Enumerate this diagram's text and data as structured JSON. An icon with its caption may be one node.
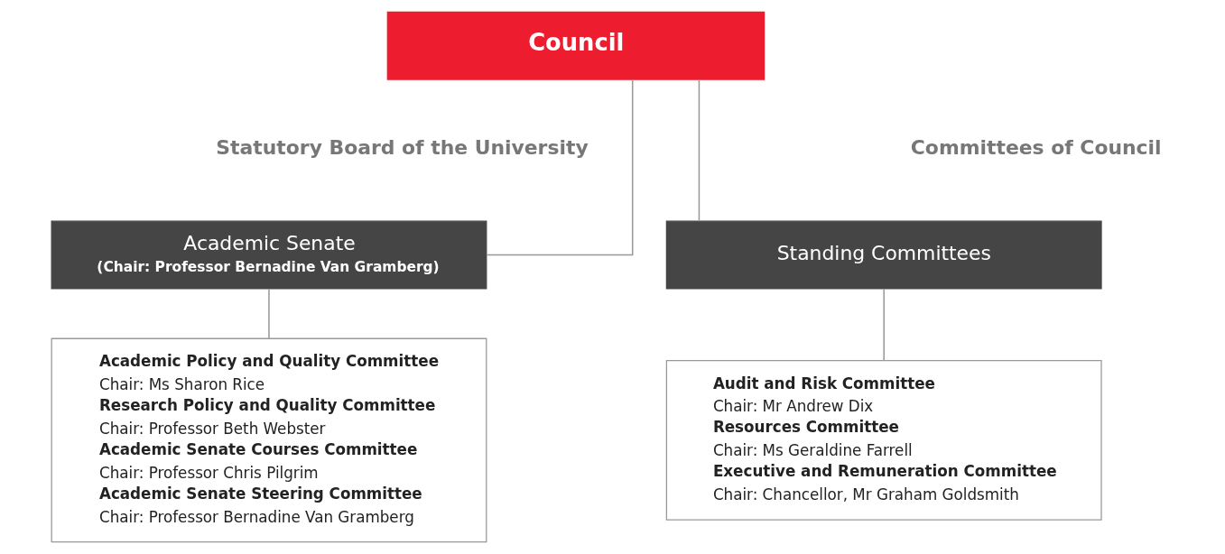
{
  "diagram": {
    "nodes": [
      {
        "text": [
          "Council"
        ]
      },
      {
        "text": [
          "Academic Senate",
          "(Chair: Professor Bernadine Van Gramberg)"
        ]
      },
      {
        "text": [
          "Standing Committees"
        ]
      },
      {
        "text": [
          "Academic Policy and Quality Committee",
          "Chair: Ms Sharon Rice",
          "Research Policy and Quality Committee",
          "Chair: Professor Beth Webster",
          "Academic Senate Courses Committee",
          "Chair: Professor Chris Pilgrim",
          "Academic Senate Steering Committee",
          "Chair: Professor Bernadine Van Gramberg"
        ]
      },
      {
        "text": [
          "Audit and Risk Committee",
          "Chair: Mr Andrew Dix",
          "Resources Committee",
          "Chair: Ms Geraldine Farrell",
          "Executive and Remuneration Committee",
          "Chair: Chancellor, Mr Graham Goldsmith"
        ]
      }
    ],
    "edges": [
      {
        "from": 0,
        "to": 1,
        "arrow": "none"
      },
      {
        "from": 0,
        "to": 2,
        "arrow": "none"
      },
      {
        "from": 1,
        "to": 3,
        "arrow": "none"
      },
      {
        "from": 2,
        "to": 4,
        "arrow": "none"
      }
    ],
    "labels": [
      "Statutory Board of the University",
      "Committees of Council"
    ]
  }
}
